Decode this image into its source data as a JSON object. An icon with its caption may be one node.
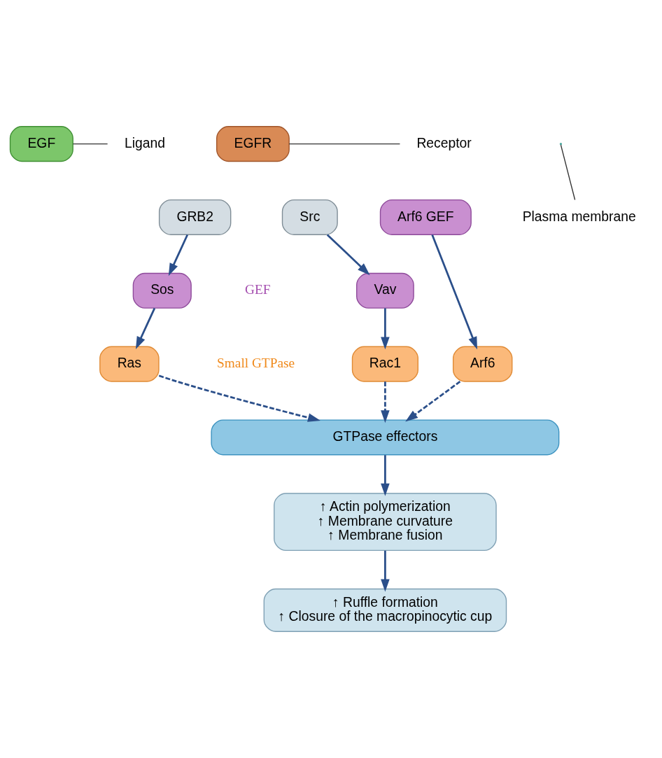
{
  "diagram": {
    "nodes": [
      {
        "text": [
          "EGF"
        ]
      },
      {
        "text": [
          "EGFR"
        ]
      },
      {
        "text": [
          "Arf6 GEF"
        ]
      },
      {
        "text": [
          "Src"
        ]
      },
      {
        "text": [
          "GRB2"
        ]
      },
      {
        "text": [
          "Vav"
        ]
      },
      {
        "text": [
          "Sos"
        ]
      },
      {
        "text": [
          "Arf6"
        ]
      },
      {
        "text": [
          "Rac1"
        ]
      },
      {
        "text": [
          "Ras"
        ]
      },
      {
        "text": [
          "GTPase effectors"
        ]
      },
      {
        "text": [
          "↑ Actin polymerization",
          "↑ Membrane curvature",
          "↑ Membrane fusion"
        ]
      },
      {
        "text": [
          "↑ Ruffle formation",
          "↑ Closure of the macropinocytic cup"
        ]
      },
      {
        "text": [
          "Ligand"
        ]
      },
      {
        "text": [
          "Receptor"
        ]
      },
      {
        "text": [
          "Plasma membrane"
        ]
      }
    ],
    "edges": [
      {
        "from": 13,
        "to": 0,
        "arrow": "none"
      },
      {
        "from": 14,
        "to": 1,
        "arrow": "none"
      },
      {
        "from": 15,
        "to": null,
        "arrow": "none"
      },
      {
        "from": 3,
        "to": 5,
        "arrow": "to"
      },
      {
        "from": 4,
        "to": 6,
        "arrow": "to"
      },
      {
        "from": 2,
        "to": 7,
        "arrow": "to"
      },
      {
        "from": 5,
        "to": 8,
        "arrow": "to"
      },
      {
        "from": 6,
        "to": 9,
        "arrow": "to"
      },
      {
        "from": 7,
        "to": 10,
        "arrow": "to",
        "style": "dashed"
      },
      {
        "from": 8,
        "to": 10,
        "arrow": "to",
        "style": "dashed"
      },
      {
        "from": 9,
        "to": 10,
        "arrow": "to",
        "style": "dashed"
      },
      {
        "from": 10,
        "to": 11,
        "arrow": "to"
      },
      {
        "from": 11,
        "to": 12,
        "arrow": "to"
      }
    ],
    "labels": [
      "GEF",
      "Small GTPase"
    ]
  }
}
